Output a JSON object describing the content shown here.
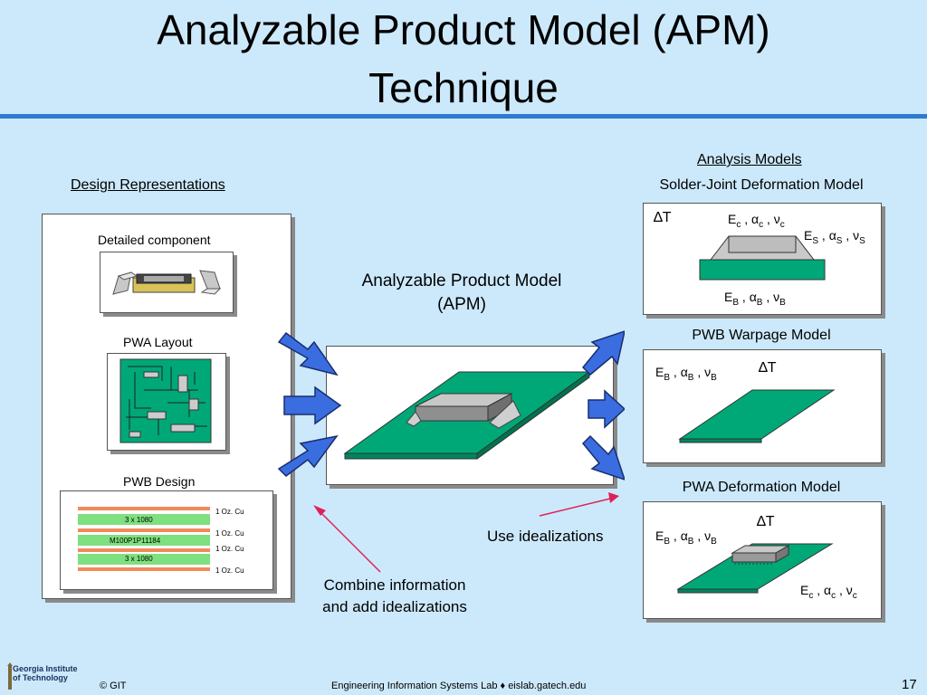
{
  "title": {
    "line1": "Analyzable Product Model (APM)",
    "line2": "Technique"
  },
  "left": {
    "heading": "Design Representations",
    "detailed_component": "Detailed component",
    "pwa_layout": "PWA Layout",
    "pwb_design": "PWB Design",
    "pwb_layers": {
      "layer1": "3 x 1080",
      "core": "M100P1P11184",
      "layer2": "3 x 1080",
      "cu": [
        "1 Oz. Cu",
        "1 Oz. Cu",
        "1 Oz. Cu",
        "1 Oz. Cu"
      ]
    }
  },
  "center": {
    "apm_line1": "Analyzable Product Model",
    "apm_line2": "(APM)",
    "use_idealizations": "Use idealizations",
    "combine_line1": "Combine information",
    "combine_line2": "and add idealizations"
  },
  "right": {
    "heading": "Analysis Models",
    "model1": {
      "title": "Solder-Joint Deformation Model",
      "dt": "∆T",
      "c_E": "E",
      "c_sub1": "c",
      "c_alpha": "α",
      "c_sub2": "c",
      "c_nu": "ν",
      "c_sub3": "c",
      "s_E": "E",
      "s_sub1": "S",
      "s_alpha": "α",
      "s_sub2": "S",
      "s_nu": "ν",
      "s_sub3": "S",
      "b_E": "E",
      "b_sub1": "B",
      "b_alpha": "α",
      "b_sub2": "B",
      "b_nu": "ν",
      "b_sub3": "B"
    },
    "model2": {
      "title": "PWB Warpage Model",
      "dt": "∆T",
      "b_E": "E",
      "b_sub1": "B",
      "b_alpha": "α",
      "b_sub2": "B",
      "b_nu": "ν",
      "b_sub3": "B"
    },
    "model3": {
      "title": "PWA Deformation Model",
      "dt": "∆T",
      "b_E": "E",
      "b_sub1": "B",
      "b_alpha": "α",
      "b_sub2": "B",
      "b_nu": "ν",
      "b_sub3": "B",
      "c_E": "E",
      "c_sub1": "c",
      "c_alpha": "α",
      "c_sub2": "c",
      "c_nu": "ν",
      "c_sub3": "c"
    }
  },
  "footer": {
    "logo_line1": "Georgia Institute",
    "logo_line2": "of Technology",
    "copyright": "© GIT",
    "lab": "Engineering Information Systems Lab",
    "diamond": "♦",
    "site": "eislab.gatech.edu",
    "page": "17"
  },
  "colors": {
    "background": "#cce9fb",
    "rule": "#2e7ad1",
    "board": "#00a878",
    "arrow": "#3a6de0",
    "pointer": "#e0205a"
  }
}
